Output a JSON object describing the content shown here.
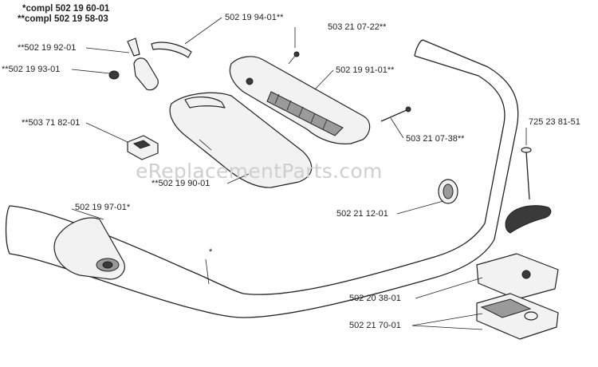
{
  "labels": {
    "compl1": "*compl 502 19 60-01",
    "compl2": "**compl 502 19 58-03",
    "p_502_19_92": "**502 19 92-01",
    "p_502_19_93": "**502 19 93-01",
    "p_502_19_94": "502 19 94-01**",
    "p_503_21_07_22": "503 21 07-22**",
    "p_502_19_91": "502 19 91-01**",
    "p_503_21_07_38": "503 21 07-38**",
    "p_503_71_82": "**503 71 82-01",
    "p_502_19_90": "**502 19 90-01",
    "p_725_23_81": "725 23 81-51",
    "p_502_19_97": "502 19 97-01*",
    "p_502_21_12": "502 21 12-01",
    "star": "*",
    "p_502_20_38": "502 20 38-01",
    "p_502_21_70": "502 21 70-01"
  },
  "watermark": "eReplacementParts.com"
}
